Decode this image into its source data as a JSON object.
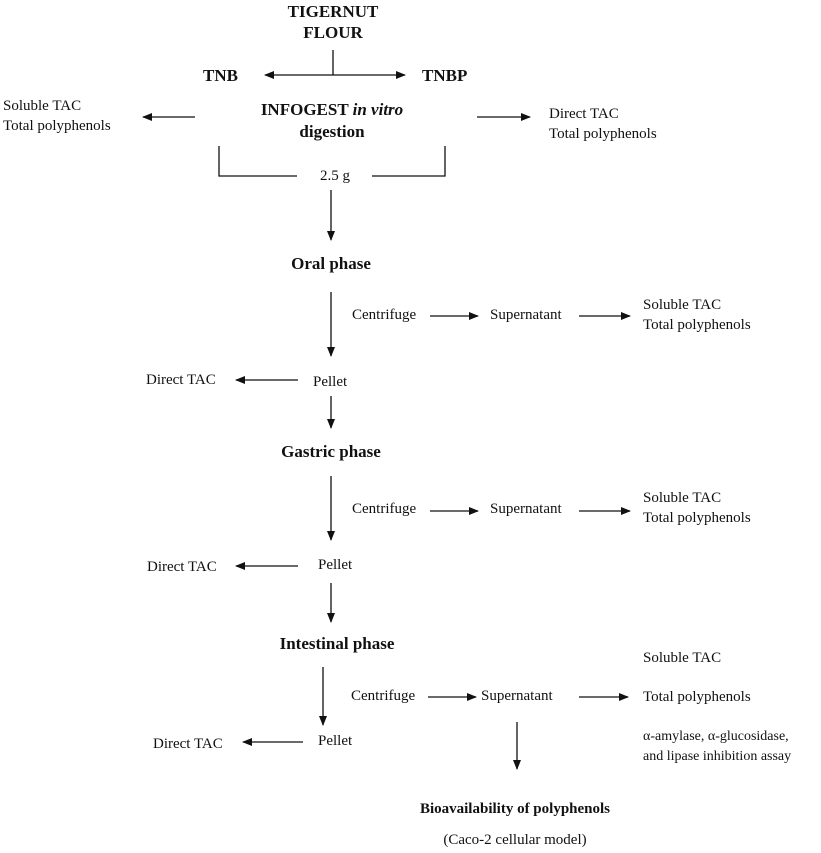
{
  "title": {
    "line1": "TIGERNUT",
    "line2": "FLOUR"
  },
  "samples": {
    "left": "TNB",
    "right": "TNBP"
  },
  "infogest": {
    "line1_pre": "INFOGEST ",
    "line1_italic": "in vitro",
    "line2": "digestion"
  },
  "top_left": {
    "line1": "Soluble TAC",
    "line2": "Total polyphenols"
  },
  "top_right": {
    "line1": "Direct TAC",
    "line2": "Total polyphenols"
  },
  "amount": "2.5 g",
  "oral": {
    "phase": "Oral phase",
    "centrifuge": "Centrifuge",
    "supernatant": "Supernatant",
    "out1": "Soluble TAC",
    "out2": "Total polyphenols",
    "pellet": "Pellet",
    "direct": "Direct TAC"
  },
  "gastric": {
    "phase": "Gastric phase",
    "centrifuge": "Centrifuge",
    "supernatant": "Supernatant",
    "out1": "Soluble TAC",
    "out2": "Total polyphenols",
    "pellet": "Pellet",
    "direct": "Direct TAC"
  },
  "intestinal": {
    "phase": "Intestinal phase",
    "centrifuge": "Centrifuge",
    "supernatant": "Supernatant",
    "out1": "Soluble TAC",
    "out2": "Total polyphenols",
    "assay1": "α-amylase, α-glucosidase,",
    "assay2": "and lipase inhibition assay",
    "pellet": "Pellet",
    "direct": "Direct TAC"
  },
  "bioavailability": {
    "line1": "Bioavailability of polyphenols",
    "line2": "(Caco-2 cellular model)"
  }
}
